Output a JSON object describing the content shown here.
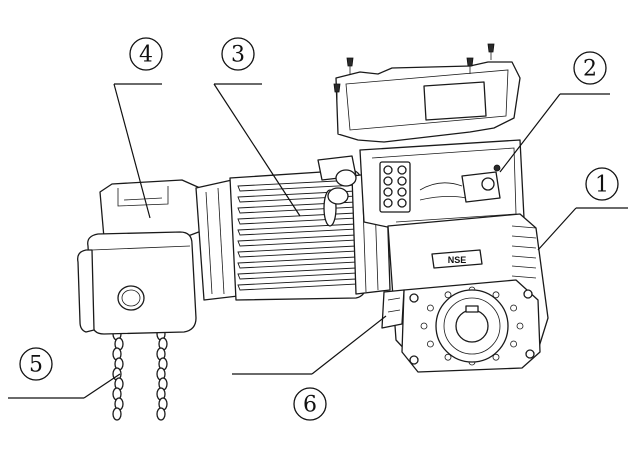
{
  "callouts": [
    {
      "id": "1",
      "label": "①"
    },
    {
      "id": "2",
      "label": "②"
    },
    {
      "id": "3",
      "label": "③"
    },
    {
      "id": "4",
      "label": "④"
    },
    {
      "id": "5",
      "label": "⑤"
    },
    {
      "id": "6",
      "label": "⑥"
    }
  ],
  "components": {
    "nameplate_text": "NSE"
  }
}
